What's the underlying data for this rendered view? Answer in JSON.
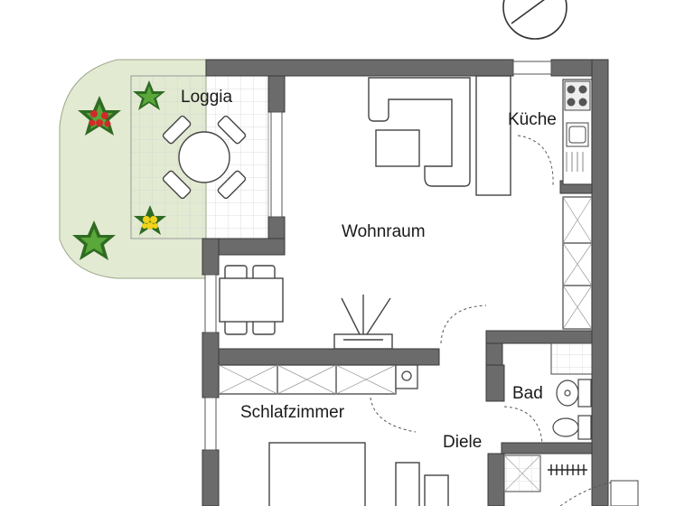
{
  "rooms": {
    "loggia": "Loggia",
    "kueche": "Küche",
    "wohnraum": "Wohnraum",
    "bad": "Bad",
    "schlafzimmer": "Schlafzimmer",
    "diele": "Diele"
  },
  "colors": {
    "wall": "#6b6b6b",
    "wall_edge": "#3a3a3a",
    "terrace": "#e2ead2",
    "plant_dark": "#2f6b22",
    "plant_light": "#5aa83a",
    "flower_red": "#d12a2a",
    "flower_yellow": "#f2d21a",
    "tile_line": "#c8c8c8"
  },
  "icons": [
    "north-arrow-icon",
    "plant-icon",
    "table-icon",
    "sofa-icon",
    "stove-icon",
    "sink-icon",
    "toilet-icon",
    "radiator-icon",
    "bed-icon"
  ]
}
